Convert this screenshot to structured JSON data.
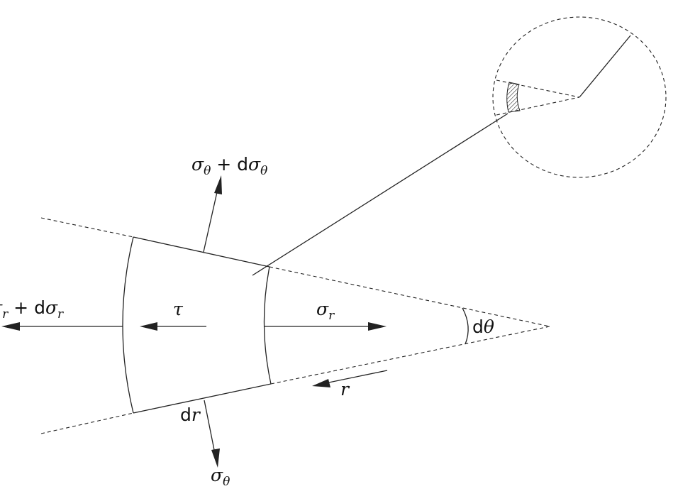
{
  "labels": {
    "sigma_theta_plus": {
      "sym": "σ",
      "sub": "θ",
      "op": " + ",
      "d": "d",
      "sym2": "σ",
      "sub2": "θ"
    },
    "sigma_r_plus": {
      "sym": "σ",
      "sub": "r",
      "op": " + ",
      "d": "d",
      "sym2": "σ",
      "sub2": "r"
    },
    "tau": "τ",
    "sigma_r": {
      "sym": "σ",
      "sub": "r"
    },
    "d_theta": {
      "d": "d",
      "sym": "θ"
    },
    "r": "r",
    "dr": {
      "d": "d",
      "sym": "r"
    },
    "sigma_theta": {
      "sym": "σ",
      "sub": "θ"
    }
  },
  "colors": {
    "line": "#222222",
    "background": "#ffffff"
  }
}
